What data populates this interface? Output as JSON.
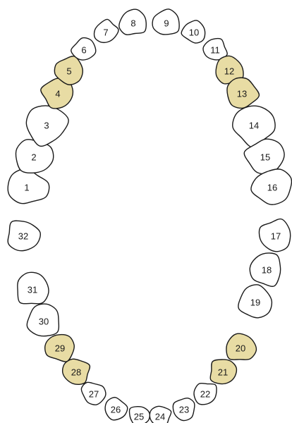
{
  "colors": {
    "selected_fill": "#e8dca4",
    "default_fill": "#ffffff",
    "outline": "#1a1a1a"
  },
  "teeth": [
    {
      "number": "1",
      "selected": false
    },
    {
      "number": "2",
      "selected": false
    },
    {
      "number": "3",
      "selected": false
    },
    {
      "number": "4",
      "selected": true
    },
    {
      "number": "5",
      "selected": true
    },
    {
      "number": "6",
      "selected": false
    },
    {
      "number": "7",
      "selected": false
    },
    {
      "number": "8",
      "selected": false
    },
    {
      "number": "9",
      "selected": false
    },
    {
      "number": "10",
      "selected": false
    },
    {
      "number": "11",
      "selected": false
    },
    {
      "number": "12",
      "selected": true
    },
    {
      "number": "13",
      "selected": true
    },
    {
      "number": "14",
      "selected": false
    },
    {
      "number": "15",
      "selected": false
    },
    {
      "number": "16",
      "selected": false
    },
    {
      "number": "17",
      "selected": false
    },
    {
      "number": "18",
      "selected": false
    },
    {
      "number": "19",
      "selected": false
    },
    {
      "number": "20",
      "selected": true
    },
    {
      "number": "21",
      "selected": true
    },
    {
      "number": "22",
      "selected": false
    },
    {
      "number": "23",
      "selected": false
    },
    {
      "number": "24",
      "selected": false
    },
    {
      "number": "25",
      "selected": false
    },
    {
      "number": "26",
      "selected": false
    },
    {
      "number": "27",
      "selected": false
    },
    {
      "number": "28",
      "selected": true
    },
    {
      "number": "29",
      "selected": true
    },
    {
      "number": "30",
      "selected": false
    },
    {
      "number": "31",
      "selected": false
    },
    {
      "number": "32",
      "selected": false
    }
  ]
}
